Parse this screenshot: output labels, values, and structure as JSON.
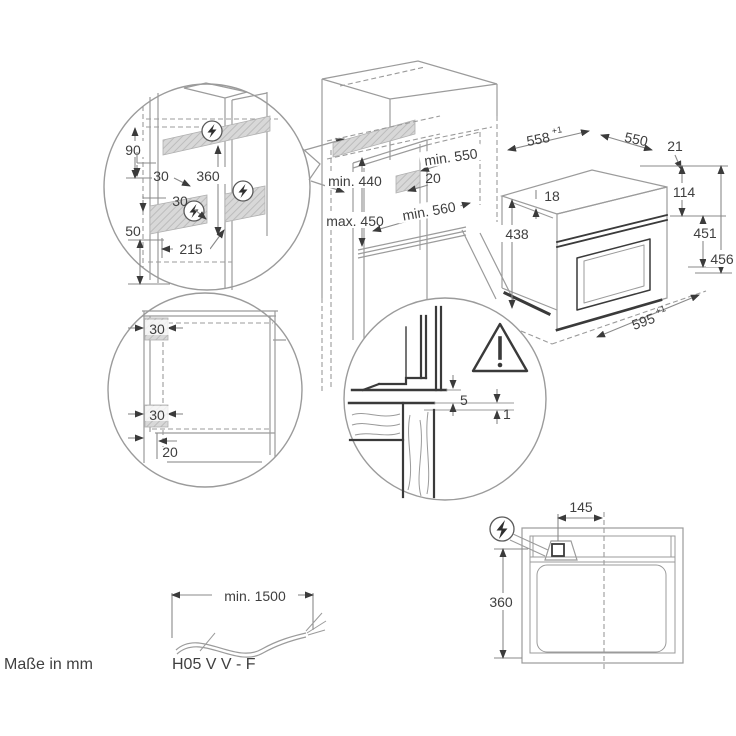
{
  "units_note": "Maße in mm",
  "wall_connection_detail": {
    "top_offset": "90",
    "zone_height_top": "30",
    "zone_spacing": "360",
    "zone_height_mid": "30",
    "bottom_offset": "50",
    "side_offset": "215"
  },
  "cabinet": {
    "depth_min": "min. 550",
    "rear_vent_gap": "20",
    "niche_height_min": "min. 440",
    "niche_height_max": "max. 450",
    "niche_width_min": "min. 560"
  },
  "oven": {
    "top_width": "558",
    "top_width_tol": "+1",
    "top_depth": "550",
    "front_overhang": "21",
    "top_inset": "18",
    "control_panel_height": "114",
    "body_height": "438",
    "front_height": "451",
    "total_height": "456",
    "front_width": "595",
    "front_width_tol": "+1"
  },
  "corner_plan_detail": {
    "side_zone_upper": "30",
    "side_zone_lower": "30",
    "front_offset": "20"
  },
  "gap_detail": {
    "shelf_gap": "5",
    "front_gap": "1"
  },
  "oven_plan": {
    "connection_box_offset": "145",
    "top_depth": "360"
  },
  "power_cord": {
    "length_min": "min. 1500",
    "cable_type": "H05 V V - F"
  },
  "icons": {
    "power_connection": "lightning-bolt",
    "caution": "warning-triangle"
  }
}
